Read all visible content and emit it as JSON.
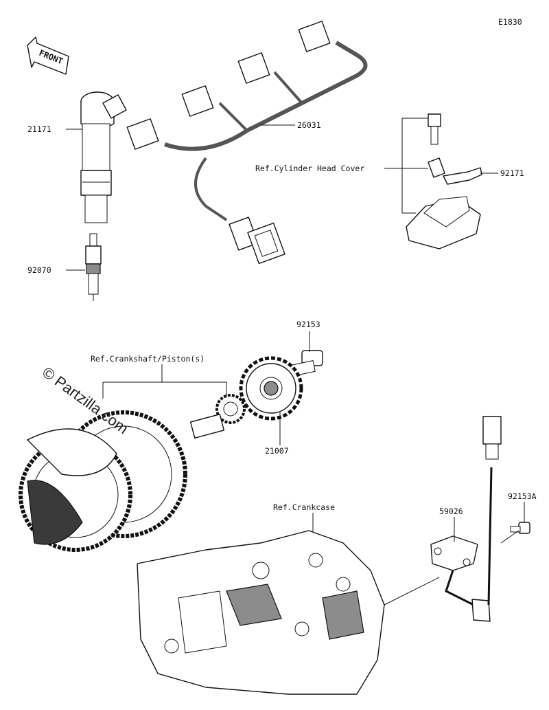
{
  "diagram_code": "E1830",
  "front_label": "FRONT",
  "watermark": "© Partzilla.com",
  "labels": {
    "ignition_coil": "21171",
    "spark_plug": "92070",
    "wire_harness": "26031",
    "ref_cylinder_head_cover": "Ref.Cylinder Head Cover",
    "clamp": "92171",
    "bolt_92153": "92153",
    "ref_crankshaft_piston": "Ref.Crankshaft/Piston(s)",
    "rotor": "21007",
    "ref_crankcase": "Ref.Crankcase",
    "sensor": "59026",
    "bolt_92153a": "92153A"
  }
}
